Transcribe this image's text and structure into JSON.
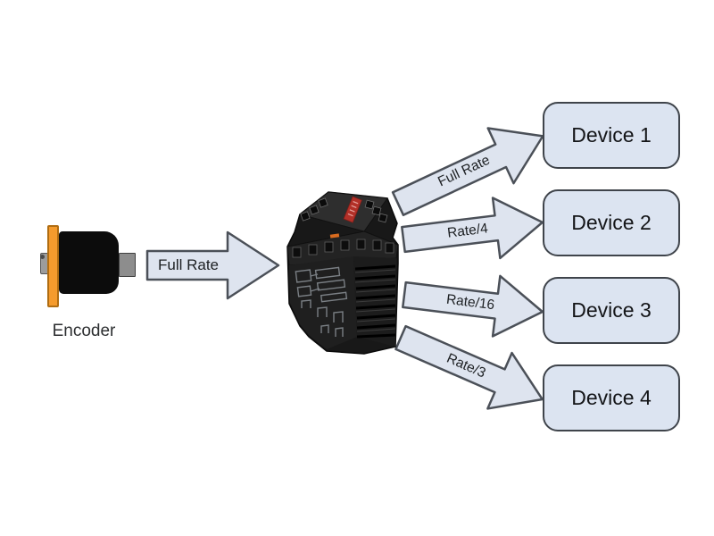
{
  "diagram_title": "encoder-rate-splitter-diagram",
  "encoder": {
    "label": "Encoder"
  },
  "input_arrow": {
    "label": "Full Rate"
  },
  "outputs": [
    {
      "label": "Full Rate",
      "to": "Device 1"
    },
    {
      "label": "Rate/4",
      "to": "Device 2"
    },
    {
      "label": "Rate/16",
      "to": "Device 3"
    },
    {
      "label": "Rate/3",
      "to": "Device 4"
    }
  ],
  "devices": [
    {
      "label": "Device 1"
    },
    {
      "label": "Device 2"
    },
    {
      "label": "Device 3"
    },
    {
      "label": "Device 4"
    }
  ],
  "colors": {
    "background": "#ffffff",
    "arrow_fill": "#dee4ef",
    "arrow_stroke": "#4b5058",
    "device_fill": "#dce4f1",
    "device_stroke": "#3f444b",
    "encoder_orange": "#f59b2d",
    "module_body": "#181818",
    "module_label_red": "#b23028"
  }
}
